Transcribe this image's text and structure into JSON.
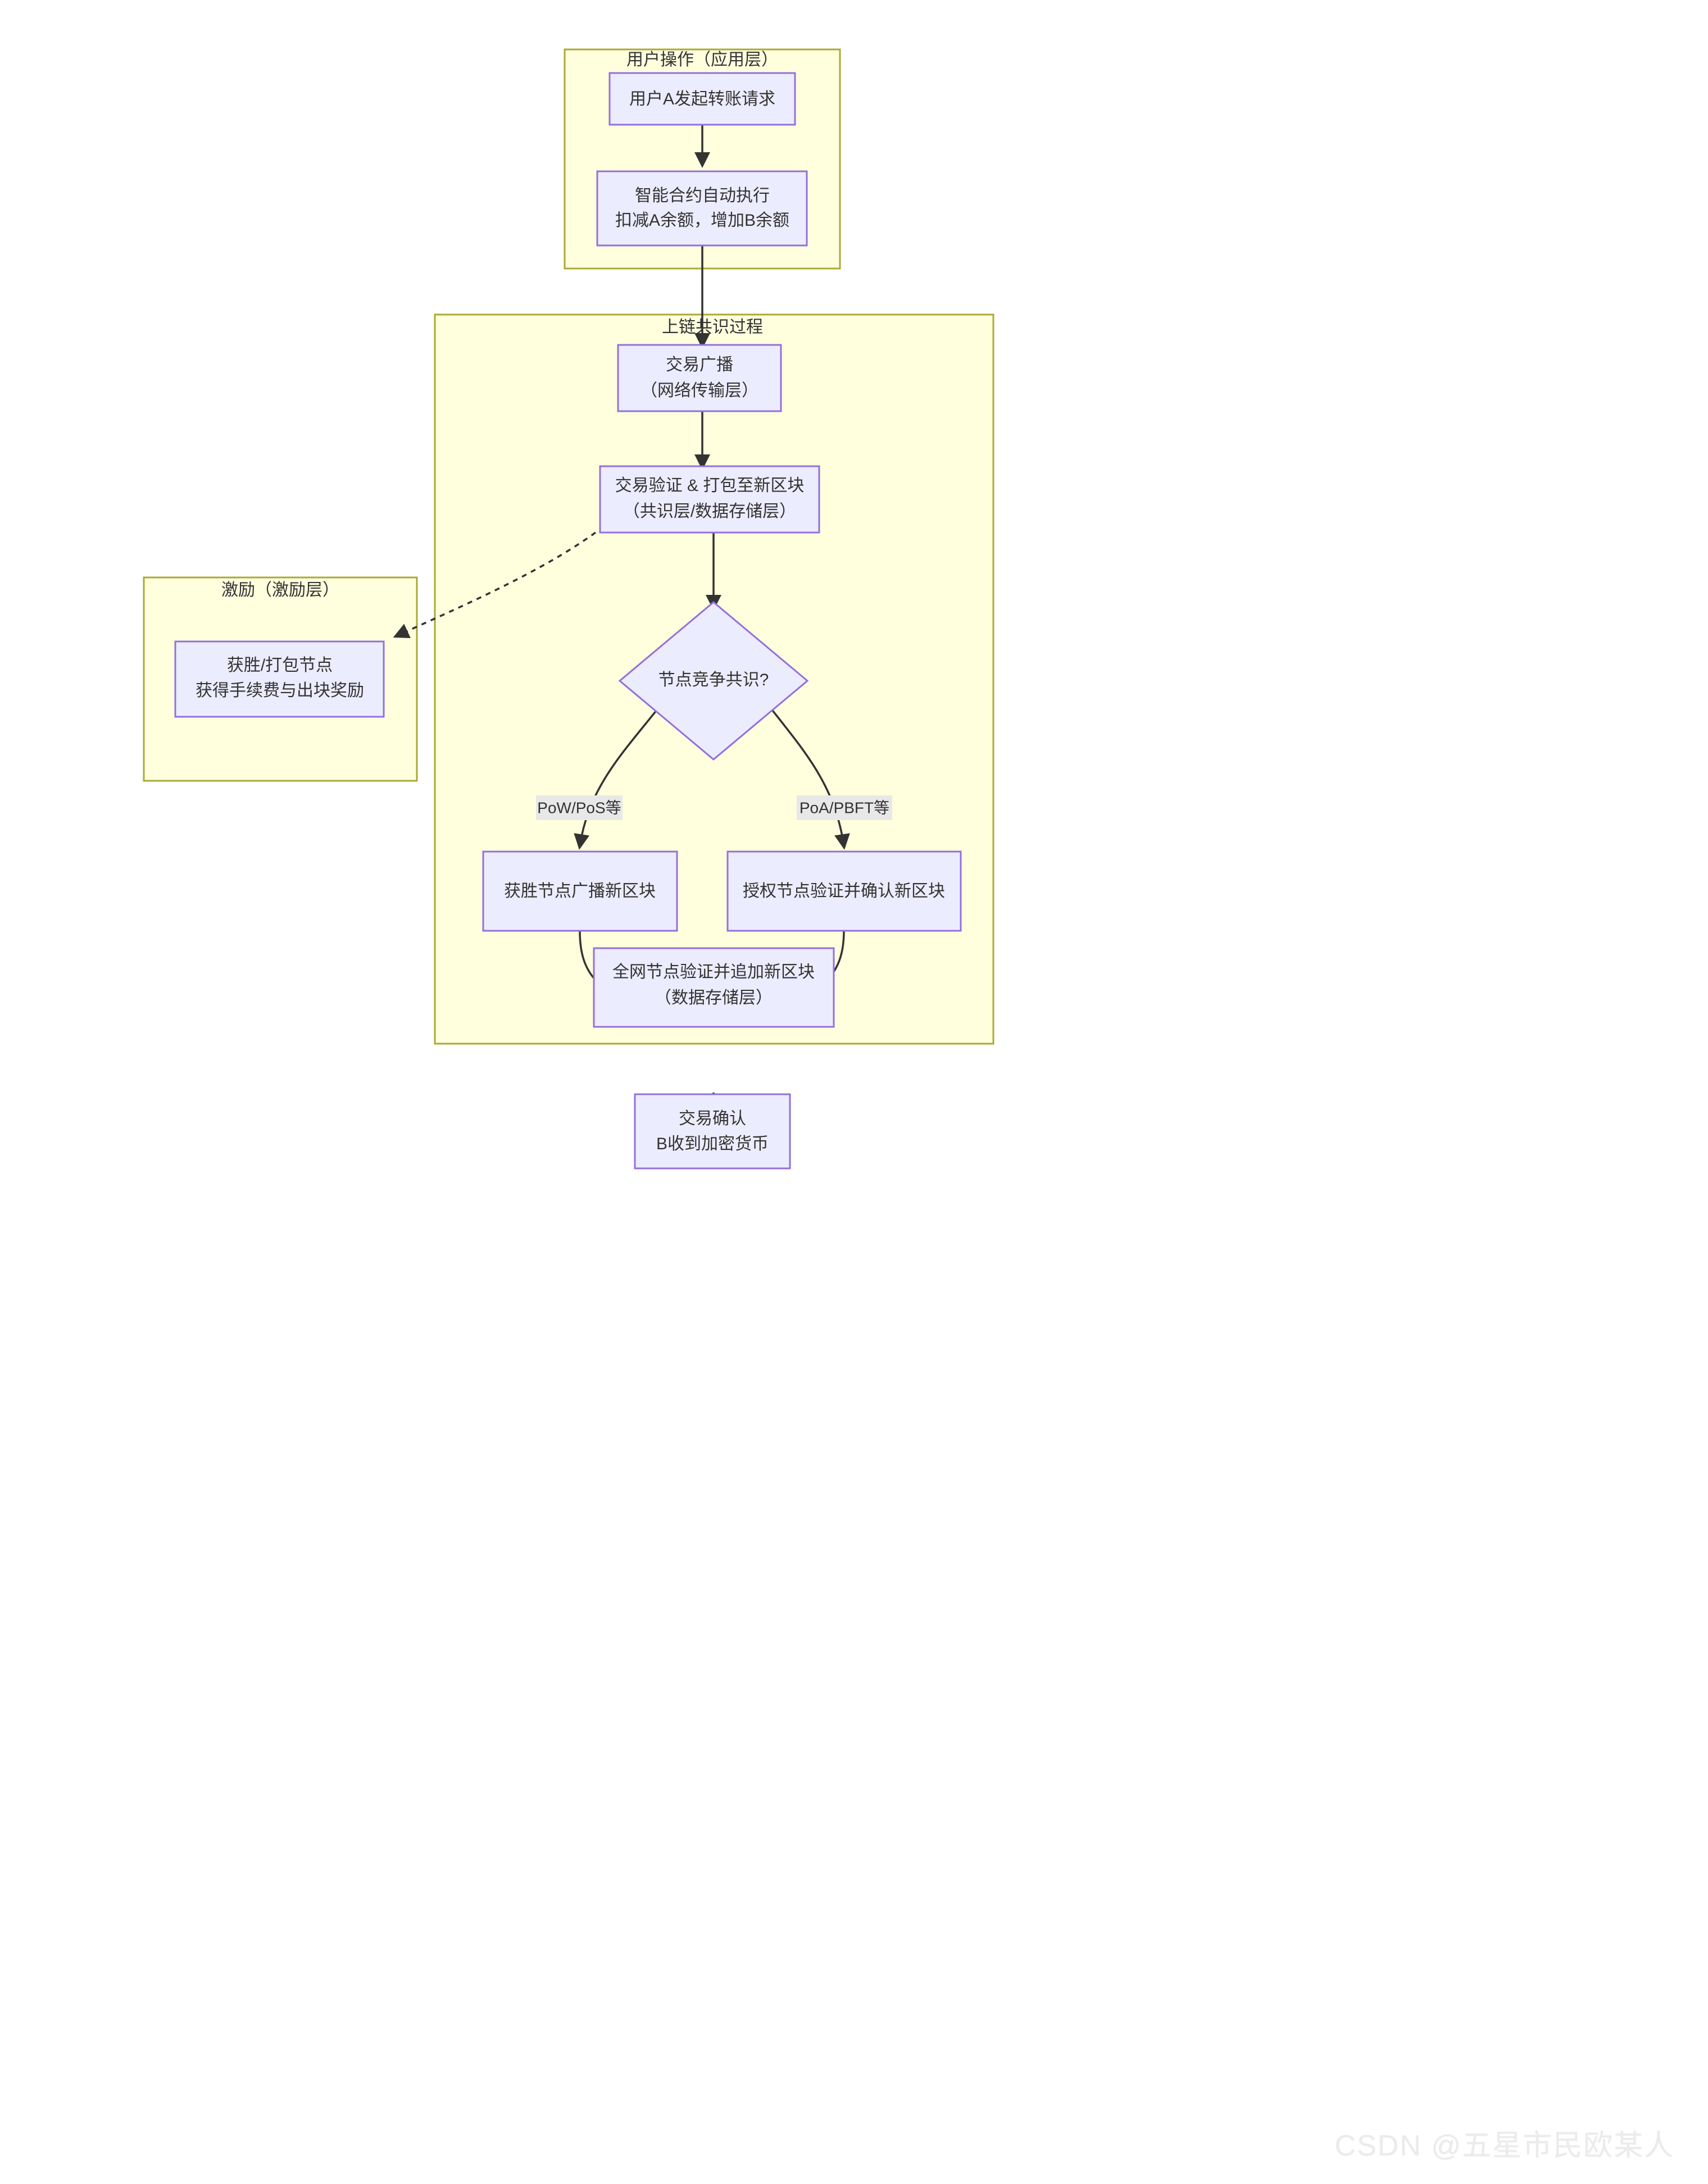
{
  "diagram": {
    "title_hidden": "",
    "colors": {
      "subgraph_fill": "#ffffde",
      "subgraph_stroke": "#aaaa33",
      "node_fill": "#ececff",
      "node_stroke": "#9370db",
      "edge_stroke": "#333333",
      "text": "#333333",
      "edge_label_bg": "#e8e8e8",
      "watermark": "#ebebeb"
    },
    "subgraphs": [
      {
        "id": "sg-user-ops",
        "title": "用户操作（应用层）"
      },
      {
        "id": "sg-consensus",
        "title": "上链共识过程"
      },
      {
        "id": "sg-incentive",
        "title": "激励（激励层）"
      }
    ],
    "nodes": [
      {
        "id": "n-transfer-request",
        "shape": "rect",
        "line1": "用户A发起转账请求",
        "line2": ""
      },
      {
        "id": "n-smart-contract",
        "shape": "rect",
        "line1": "智能合约自动执行",
        "line2": "扣减A余额，增加B余额"
      },
      {
        "id": "n-broadcast",
        "shape": "rect",
        "line1": "交易广播",
        "line2": "（网络传输层）"
      },
      {
        "id": "n-verify-pack",
        "shape": "rect",
        "line1": "交易验证 & 打包至新区块",
        "line2": "（共识层/数据存储层）"
      },
      {
        "id": "n-consensus-decision",
        "shape": "diamond",
        "line1": "节点竞争共识?",
        "line2": ""
      },
      {
        "id": "n-winner-broadcast",
        "shape": "rect",
        "line1": "获胜节点广播新区块",
        "line2": ""
      },
      {
        "id": "n-authorized-verify",
        "shape": "rect",
        "line1": "授权节点验证并确认新区块",
        "line2": ""
      },
      {
        "id": "n-append-block",
        "shape": "rect",
        "line1": "全网节点验证并追加新区块",
        "line2": "（数据存储层）"
      },
      {
        "id": "n-tx-confirmed",
        "shape": "rect",
        "line1": "交易确认",
        "line2": "B收到加密货币"
      },
      {
        "id": "n-reward",
        "shape": "rect",
        "line1": "获胜/打包节点",
        "line2": "获得手续费与出块奖励"
      }
    ],
    "edge_labels": [
      {
        "id": "edge-label-pow-pos",
        "text": "PoW/PoS等"
      },
      {
        "id": "edge-label-poa-pbft",
        "text": "PoA/PBFT等"
      }
    ]
  },
  "watermark": {
    "text": "CSDN @五星市民欧某人"
  }
}
